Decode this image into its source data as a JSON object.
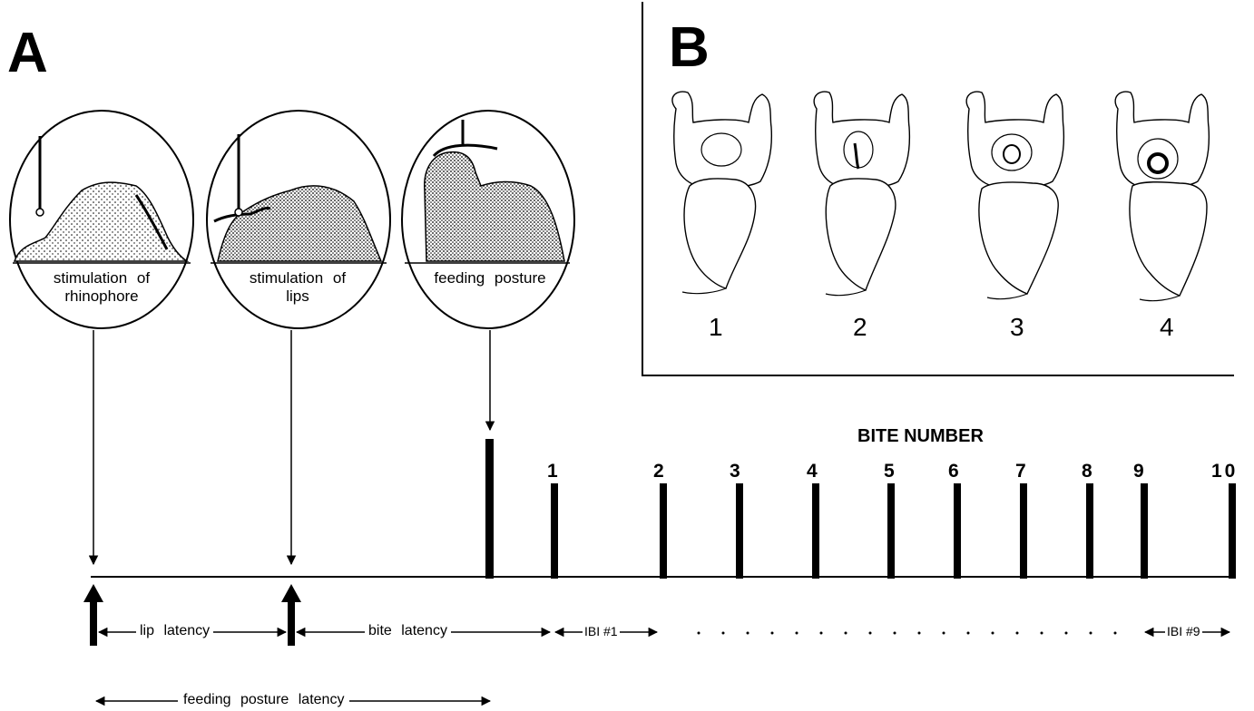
{
  "panels": {
    "a_label": "A",
    "b_label": "B"
  },
  "stimuli": [
    {
      "caption_line1": "stimulation  of",
      "caption_line2": "rhinophore"
    },
    {
      "caption_line1": "stimulation  of",
      "caption_line2": "lips"
    },
    {
      "caption_line1": "feeding  posture",
      "caption_line2": ""
    }
  ],
  "inset": {
    "numbers": [
      "1",
      "2",
      "3",
      "4"
    ]
  },
  "timeline": {
    "bite_title": "BITE NUMBER",
    "bite_numbers": [
      "1",
      "2",
      "3",
      "4",
      "5",
      "6",
      "7",
      "8",
      "9",
      "10"
    ],
    "lip_latency": "lip  latency",
    "bite_latency": "bite  latency",
    "ibi_first": "IBI #1",
    "ibi_last": "IBI #9",
    "feeding_posture_latency": "feeding  posture  latency"
  }
}
